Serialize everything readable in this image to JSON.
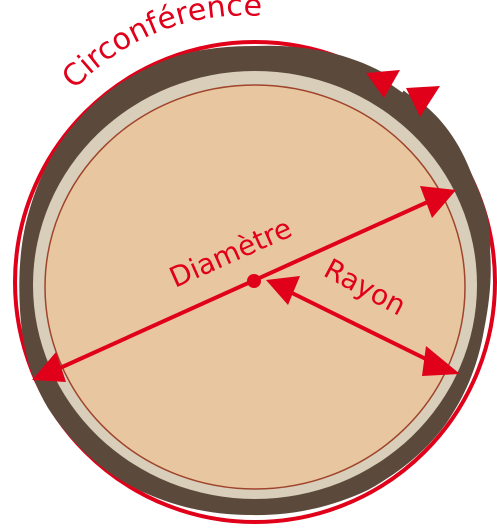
{
  "labels": {
    "circumference": "Circonférence",
    "diameter": "Diamètre",
    "radius": "Rayon"
  },
  "colors": {
    "accent": "#e0001a",
    "bark": "#5b4a3c",
    "cambium": "#d8ceb9",
    "wood": "#e8c7a0",
    "ring_line": "#a0442c"
  }
}
